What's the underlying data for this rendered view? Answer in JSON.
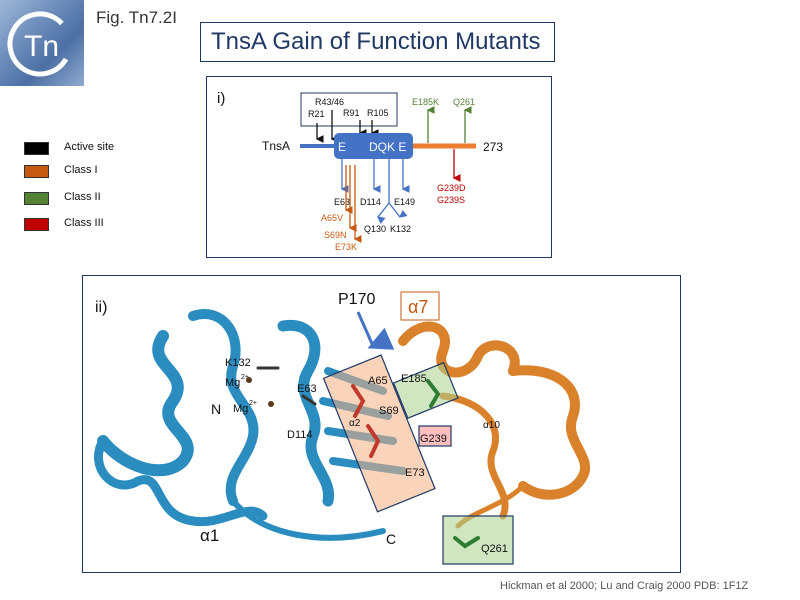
{
  "figure_label": "Fig. Tn7.2I",
  "title": "TnsA Gain of Function Mutants",
  "logo_text": "Tn",
  "legend": [
    {
      "label": "Active site",
      "color": "#000000"
    },
    {
      "label": "Class I",
      "color": "#c55a11"
    },
    {
      "label": "Class II",
      "color": "#548235"
    },
    {
      "label": "Class III",
      "color": "#c00000"
    }
  ],
  "panel_i": {
    "label": "i)",
    "protein": "TnsA",
    "length": "273",
    "box_labels": {
      "e": "E",
      "dqke": "DQK E"
    },
    "top_box_residues": [
      "R43/46",
      "R21",
      "R91",
      "R105"
    ],
    "class2_residues": [
      "E185K",
      "Q261"
    ],
    "class3_residues": [
      "G239D",
      "G239S"
    ],
    "below_black": [
      "E63",
      "D114",
      "E149",
      "Q130",
      "K132"
    ],
    "class1_residues": [
      "A65V",
      "S69N",
      "E73K"
    ]
  },
  "panel_ii": {
    "label": "ii)",
    "pointer_label": "P170",
    "helix_label": "α7",
    "labels": {
      "k132": "K132",
      "mg1": "Mg",
      "mg2": "Mg",
      "mg_sup": "2+",
      "n_term": "N",
      "d114": "D114",
      "e63": "E63",
      "a65": "A65",
      "s69": "S69",
      "e73": "E73",
      "alpha2": "α2",
      "e185": "E185",
      "g239": "G239",
      "alpha10": "α10",
      "q261": "Q261",
      "alpha1": "α1",
      "c_term": "C"
    }
  },
  "colors": {
    "blue": "#4472c4",
    "orange": "#ed7d31",
    "navy": "#1f3864",
    "ribbon_blue": "#2b8cbf",
    "ribbon_orange": "#d9822b"
  },
  "credit": "Hickman et al 2000; Lu and Craig 2000 PDB: 1F1Z"
}
